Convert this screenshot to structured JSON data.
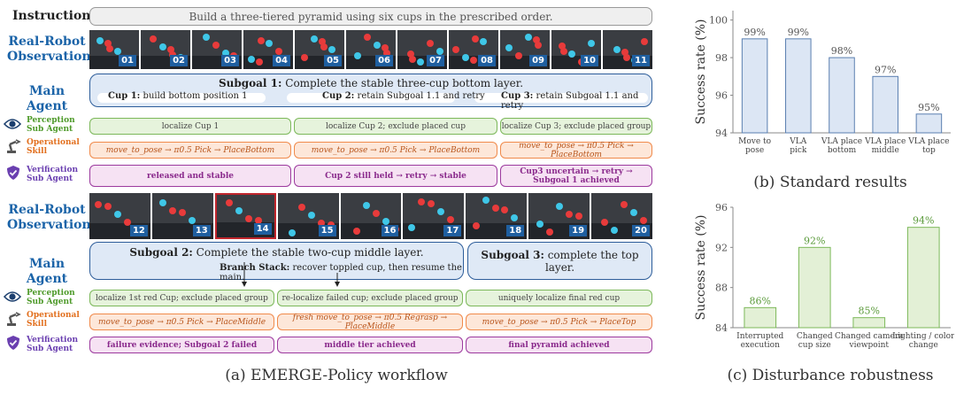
{
  "instruction": {
    "label": "Instruction",
    "text": "Build a three-tiered pyramid using six cups in the prescribed order."
  },
  "labels": {
    "observation": [
      "Real-Robot",
      "Observation"
    ],
    "main_agent": "Main Agent",
    "perception": [
      "Perception",
      "Sub Agent"
    ],
    "operational": [
      "Operational",
      "Skill"
    ],
    "verification": [
      "Verification",
      "Sub Agent"
    ]
  },
  "frames_top": [
    "01",
    "02",
    "03",
    "04",
    "05",
    "06",
    "07",
    "08",
    "09",
    "10",
    "11"
  ],
  "frames_bottom": [
    "12",
    "13",
    "14",
    "15",
    "16",
    "17",
    "18",
    "19",
    "20"
  ],
  "subgoal1": {
    "title_bold": "Subgoal 1:",
    "title_rest": " Complete the stable three-cup bottom layer.",
    "cups": [
      {
        "bold": "Cup 1:",
        "rest": " build bottom position 1"
      },
      {
        "bold": "Cup 2:",
        "rest": " retain Subgoal 1.1 and retry"
      },
      {
        "bold": "Cup 3:",
        "rest": " retain Subgoal 1.1 and retry"
      }
    ]
  },
  "row1": {
    "perception": [
      "localize Cup 1",
      "localize Cup 2; exclude placed cup",
      "localize Cup 3; exclude placed group"
    ],
    "skill": [
      "move_to_pose → π0.5 Pick → PlaceBottom",
      "move_to_pose → π0.5 Pick → PlaceBottom",
      "move_to_pose → π0.5 Pick → PlaceBottom"
    ],
    "verification": [
      "released and stable",
      "Cup 2 still held → retry → stable",
      "Cup3 uncertain → retry → Subgoal 1 achieved"
    ]
  },
  "subgoal2": {
    "title_bold": "Subgoal 2:",
    "title_rest": " Complete the stable two-cup middle layer.",
    "branch_bold": "Branch Stack:",
    "branch_rest": " recover toppled cup, then resume the main."
  },
  "subgoal3": {
    "title_bold": "Subgoal 3:",
    "title_rest": " complete the top layer."
  },
  "row2": {
    "perception": [
      "localize 1st red Cup; exclude placed group",
      "re-localize failed cup; exclude placed group",
      "uniquely localize final red cup"
    ],
    "skill": [
      "move_to_pose → π0.5 Pick → PlaceMiddle",
      "fresh move_to_pose → π0.5 Regrasp → PlaceMiddle",
      "move_to_pose → π0.5 Pick → PlaceTop"
    ],
    "verification": [
      "failure evidence; Subgoal 2 failed",
      "middle tier achieved",
      "final pyramid achieved"
    ]
  },
  "captions": {
    "a": "(a) EMERGE-Policy workflow",
    "b": "(b) Standard results",
    "c": "(c) Disturbance robustness"
  },
  "colors": {
    "accent": "#1a63a8",
    "perception": "#7cb85a",
    "skill": "#f08a4b",
    "verification": "#9c3a9e",
    "bar_b": "#dce6f4",
    "bar_c": "#e3f0d6"
  },
  "chart_data": [
    {
      "type": "bar",
      "ylabel": "Success rate (%)",
      "ylim": [
        94,
        100.5
      ],
      "yticks": [
        94,
        96,
        98,
        100
      ],
      "categories": [
        [
          "Move to",
          "pose"
        ],
        [
          "VLA",
          "pick"
        ],
        [
          "VLA place",
          "bottom"
        ],
        [
          "VLA place",
          "middle"
        ],
        [
          "VLA place",
          "top"
        ]
      ],
      "values": [
        99,
        99,
        98,
        97,
        95
      ],
      "labels": [
        "99%",
        "99%",
        "98%",
        "97%",
        "95%"
      ]
    },
    {
      "type": "bar",
      "ylabel": "Success rate (%)",
      "ylim": [
        84,
        96
      ],
      "yticks": [
        84,
        88,
        92,
        96
      ],
      "categories": [
        [
          "Interrupted",
          "execution"
        ],
        [
          "Changed",
          "cup size"
        ],
        [
          "Changed camera",
          "viewpoint"
        ],
        [
          "Lighting / color",
          "change"
        ]
      ],
      "values": [
        86,
        92,
        85,
        94
      ],
      "labels": [
        "86%",
        "92%",
        "85%",
        "94%"
      ]
    }
  ]
}
